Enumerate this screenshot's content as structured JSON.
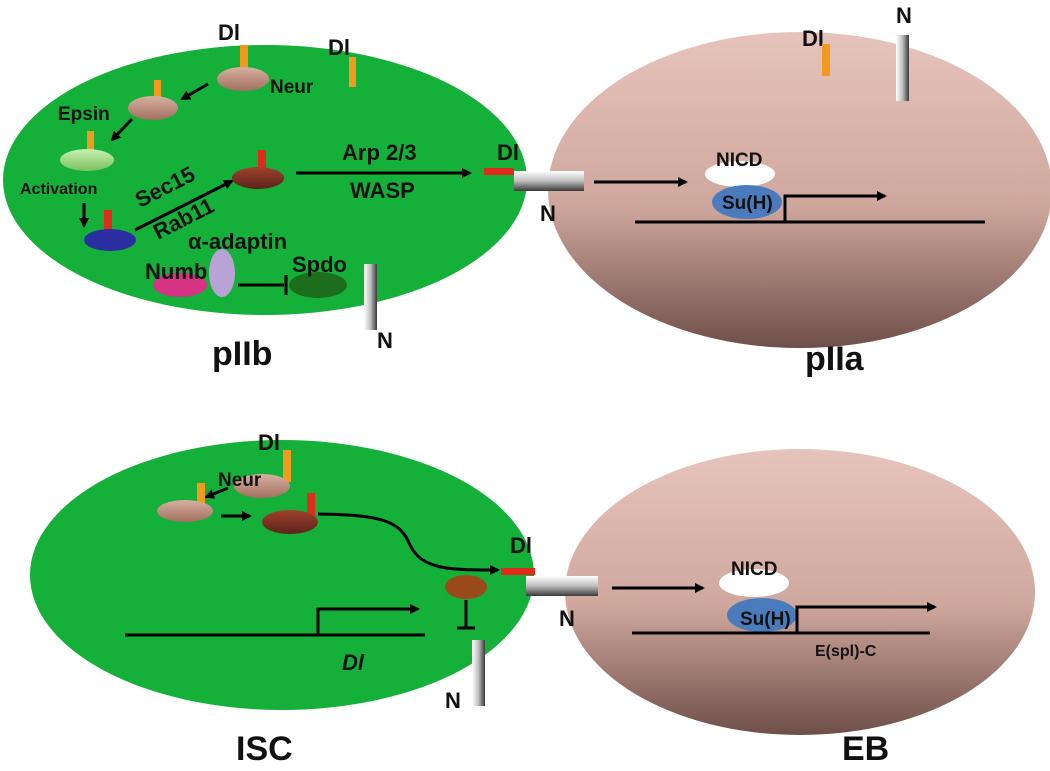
{
  "panels": {
    "top": {
      "left_cell": "pIIb",
      "right_cell": "pIIa",
      "labels": {
        "dl_1": "Dl",
        "dl_2": "Dl",
        "dl_3": "Dl",
        "dl_junction": "Dl",
        "neur": "Neur",
        "epsin": "Epsin",
        "activation": "Activation",
        "sec15": "Sec15",
        "rab11": "Rab11",
        "arp23": "Arp 2/3",
        "wasp": "WASP",
        "alpha_adaptin": "α-adaptin",
        "numb": "Numb",
        "spdo": "Spdo",
        "n_bottom": "N",
        "n_junction": "N",
        "n_top": "N",
        "nicd": "NICD",
        "suh": "Su(H)"
      }
    },
    "bottom": {
      "left_cell": "ISC",
      "right_cell": "EB",
      "labels": {
        "dl_top": "Dl",
        "neur": "Neur",
        "dl_junction": "Dl",
        "dl_gene": "Dl",
        "n_bottom": "N",
        "n_junction": "N",
        "nicd": "NICD",
        "suh": "Su(H)",
        "espl": "E(spl)-C"
      }
    }
  },
  "colors": {
    "signal_cell": "#14b03a",
    "receiving_cell": "#d9b4ab",
    "delta": "#f39a1e",
    "delta_active": "#e02a1c",
    "vesicle": "#c59680",
    "vesicle_dark": "#8b3a2a",
    "epsin_vesicle": "#a8e08c",
    "blue_vesicle": "#2b2ea0",
    "numb": "#d63384",
    "alpha_adaptin": "#b9a3d6",
    "spdo": "#1c6e1c",
    "suh": "#4a7bbd",
    "inhibitor_body": "#9a4a1a"
  }
}
